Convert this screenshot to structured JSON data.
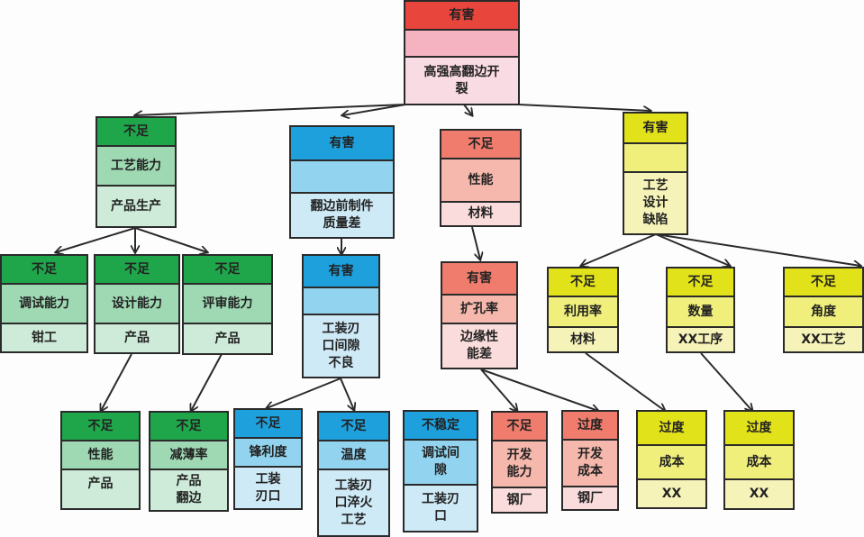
{
  "diagram": {
    "type": "fault-tree",
    "colors": {
      "red": "#e8453c",
      "green": "#1fa64a",
      "blue": "#1ea0dd",
      "salmon": "#ef7c6c",
      "yellow": "#e2e21a",
      "line": "#2a2a2a"
    },
    "nodes": {
      "root": {
        "type": "有害",
        "attr": "",
        "object": "高强高翻边开\n裂"
      },
      "n_process": {
        "type": "不足",
        "attr": "工艺能力",
        "object": "产品生产"
      },
      "n_blank": {
        "type": "有害",
        "attr": "",
        "object": "翻边前制件\n质量差"
      },
      "n_material": {
        "type": "不足",
        "attr": "性能",
        "object": "材料"
      },
      "n_design": {
        "type": "有害",
        "attr": "",
        "object": "工艺\n设计\n缺陷"
      },
      "n_debug": {
        "type": "不足",
        "attr": "调试能力",
        "object": "钳工"
      },
      "n_designcap": {
        "type": "不足",
        "attr": "设计能力",
        "object": "产品"
      },
      "n_review": {
        "type": "不足",
        "attr": "评审能力",
        "object": "产品"
      },
      "n_gap": {
        "type": "有害",
        "attr": "",
        "object": "工装刃\n口间隙\n不良"
      },
      "n_hole": {
        "type": "有害",
        "attr": "扩孔率",
        "object": "边缘性\n能差"
      },
      "n_util": {
        "type": "不足",
        "attr": "利用率",
        "object": "材料"
      },
      "n_qty": {
        "type": "不足",
        "attr": "数量",
        "object": "XX工序"
      },
      "n_angle": {
        "type": "不足",
        "attr": "角度",
        "object": "XX工艺"
      },
      "n_perf": {
        "type": "不足",
        "attr": "性能",
        "object": "产品"
      },
      "n_thin": {
        "type": "不足",
        "attr": "减薄率",
        "object": "产品\n翻边"
      },
      "n_sharp": {
        "type": "不足",
        "attr": "锋利度",
        "object": "工装\n刃口"
      },
      "n_temp": {
        "type": "不足",
        "attr": "温度",
        "object": "工装刃\n口淬火\n工艺"
      },
      "n_unstable": {
        "type": "不稳定",
        "attr": "调试间\n隙",
        "object": "工装刃\n口"
      },
      "n_devcap": {
        "type": "不足",
        "attr": "开发\n能力",
        "object": "钢厂"
      },
      "n_devcost": {
        "type": "过度",
        "attr": "开发\n成本",
        "object": "钢厂"
      },
      "n_cost1": {
        "type": "过度",
        "attr": "成本",
        "object": "XX"
      },
      "n_cost2": {
        "type": "过度",
        "attr": "成本",
        "object": "XX"
      }
    },
    "edges": [
      [
        "root",
        "n_process"
      ],
      [
        "root",
        "n_blank"
      ],
      [
        "root",
        "n_material"
      ],
      [
        "root",
        "n_design"
      ],
      [
        "n_process",
        "n_debug"
      ],
      [
        "n_process",
        "n_designcap"
      ],
      [
        "n_process",
        "n_review"
      ],
      [
        "n_blank",
        "n_gap"
      ],
      [
        "n_material",
        "n_hole"
      ],
      [
        "n_design",
        "n_util"
      ],
      [
        "n_design",
        "n_qty"
      ],
      [
        "n_design",
        "n_angle"
      ],
      [
        "n_designcap",
        "n_perf"
      ],
      [
        "n_review",
        "n_thin"
      ],
      [
        "n_gap",
        "n_sharp"
      ],
      [
        "n_gap",
        "n_temp"
      ],
      [
        "n_hole",
        "n_devcap"
      ],
      [
        "n_hole",
        "n_devcost"
      ],
      [
        "n_util",
        "n_cost1"
      ],
      [
        "n_qty",
        "n_cost2"
      ]
    ]
  }
}
